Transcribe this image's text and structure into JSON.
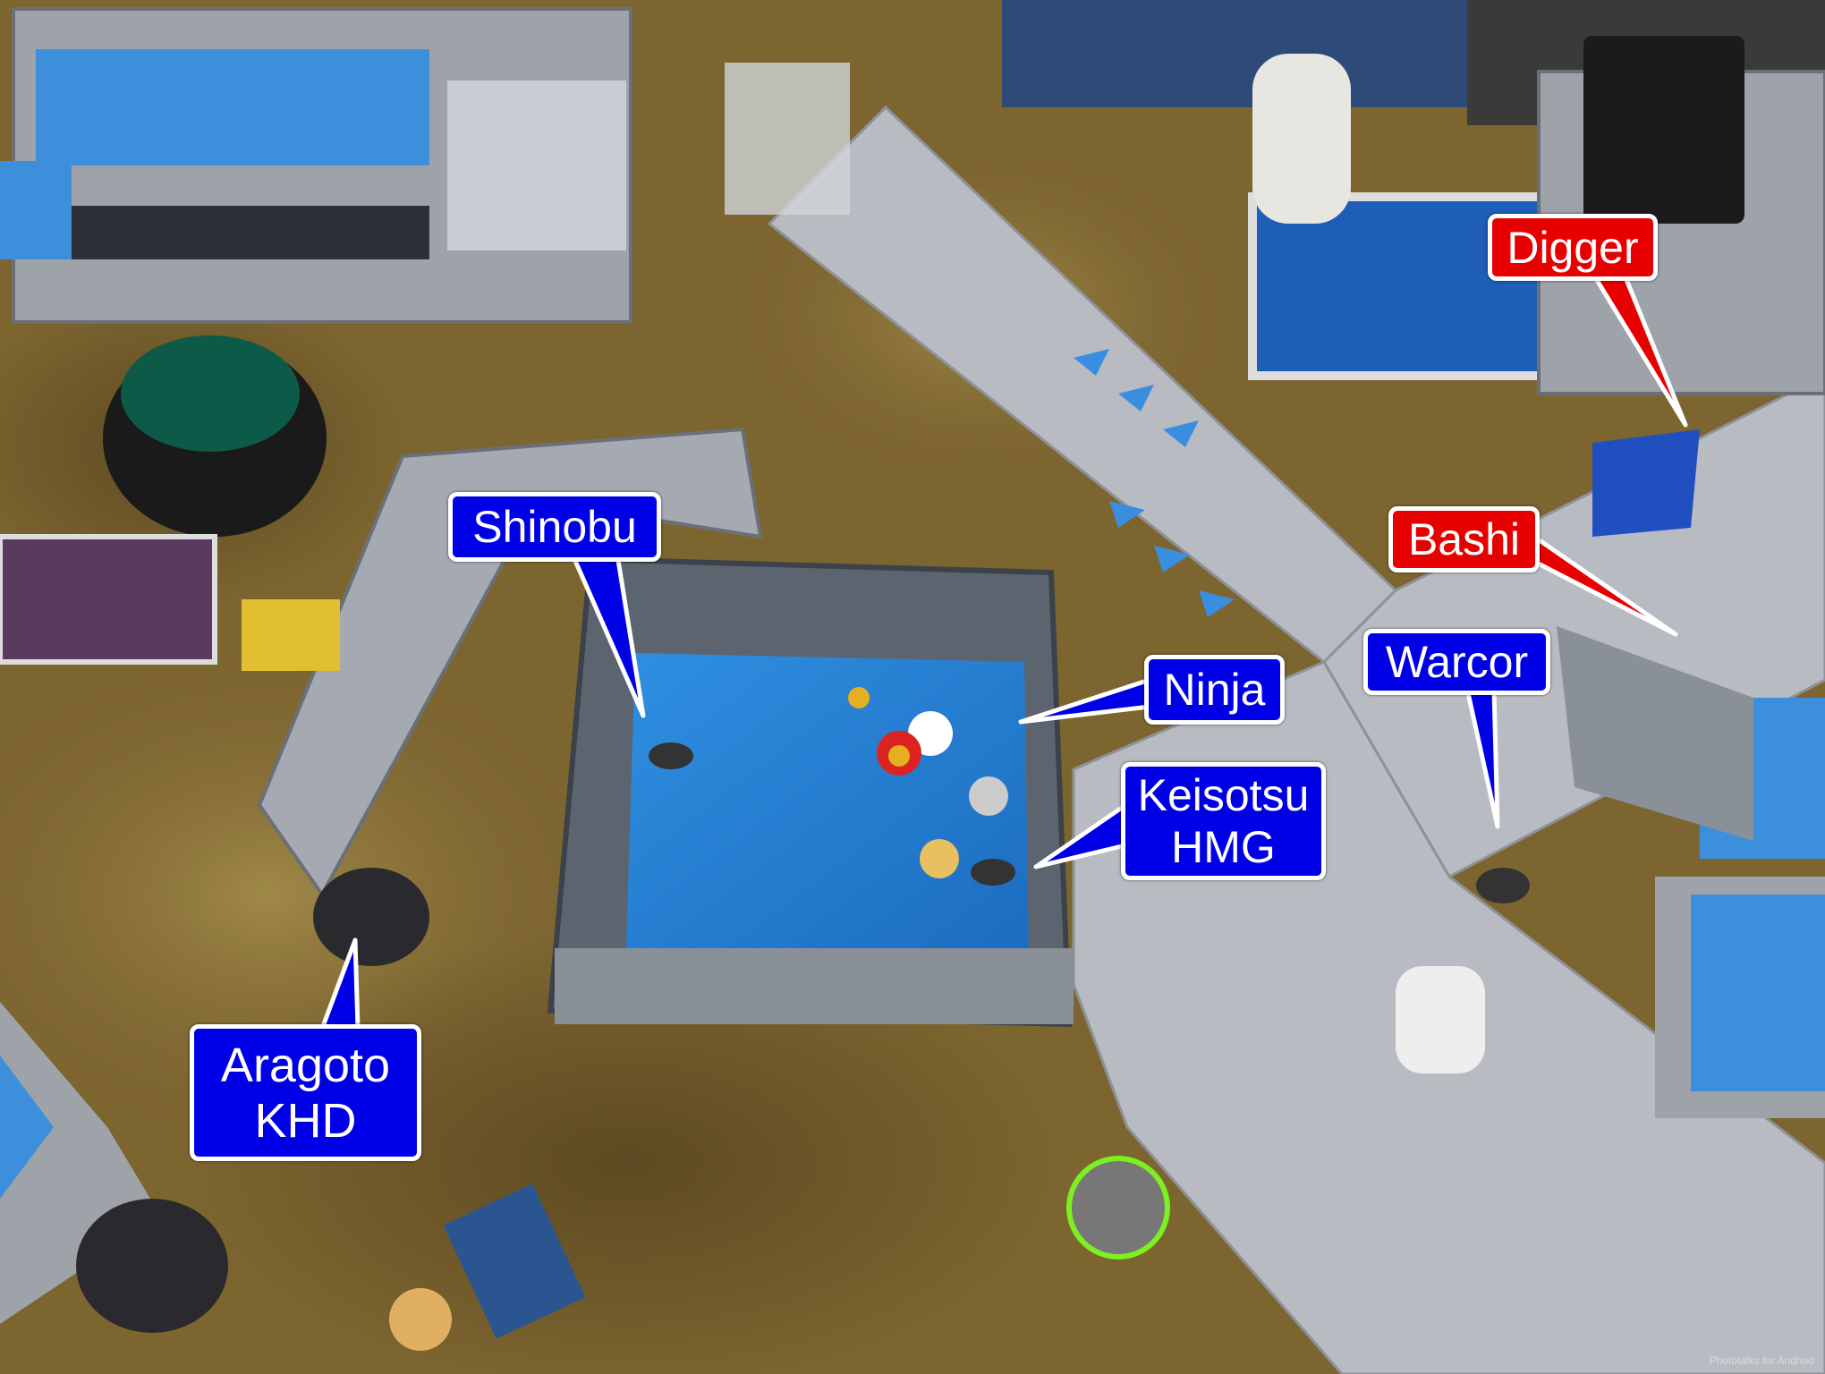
{
  "labels": {
    "shinobu": "Shinobu",
    "ninja": "Ninja",
    "keisotsu": "Keisotsu\nHMG",
    "aragoto": "Aragoto\nKHD",
    "warcor": "Warcor",
    "bashi": "Bashi",
    "digger": "Digger"
  },
  "colors": {
    "friendly": "#0000e6",
    "enemy": "#e60000"
  },
  "watermark": "Phototalks for Android"
}
